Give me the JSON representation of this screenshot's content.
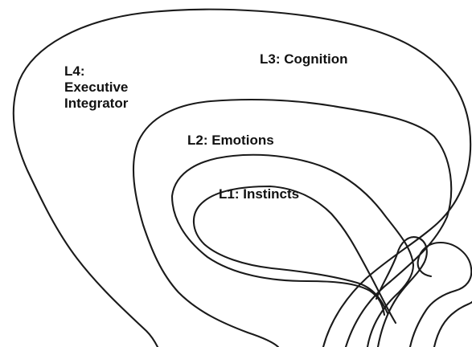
{
  "diagram": {
    "levels": [
      {
        "id": "L4",
        "lines": [
          "L4:",
          "Executive",
          "Integrator"
        ]
      },
      {
        "id": "L3",
        "text": "L3: Cognition"
      },
      {
        "id": "L2",
        "text": "L2: Emotions"
      },
      {
        "id": "L1",
        "text": "L1: Instincts"
      }
    ]
  }
}
